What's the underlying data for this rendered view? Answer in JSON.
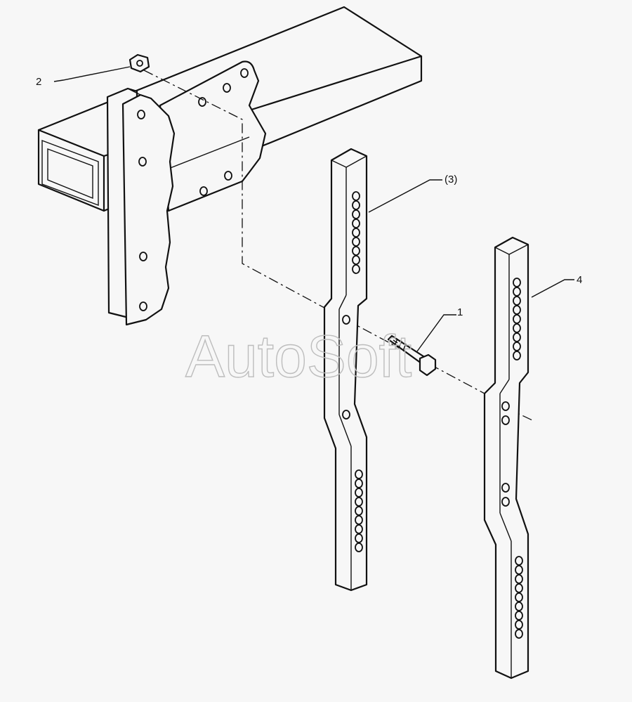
{
  "callouts": [
    {
      "id": "bolt",
      "label": "1"
    },
    {
      "id": "nut",
      "label": "2"
    },
    {
      "id": "bar-front",
      "label": "(3)"
    },
    {
      "id": "bar-rear",
      "label": "4"
    }
  ],
  "watermark": "AutoSoft"
}
